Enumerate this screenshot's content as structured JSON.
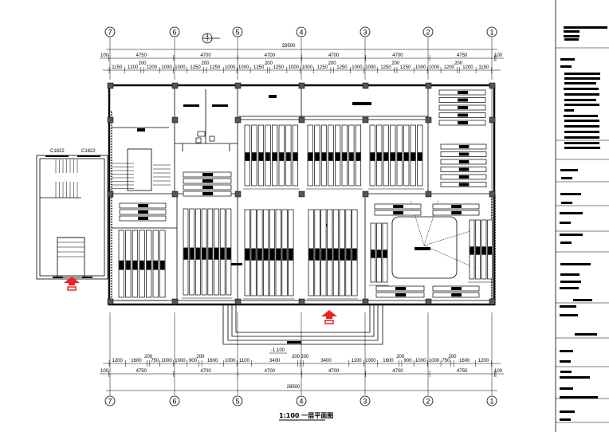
{
  "drawing": {
    "title": "1:100  一层平面图",
    "total_width_top": "28500",
    "total_width_bottom": "28500",
    "axes": [
      "7",
      "6",
      "5",
      "4",
      "3",
      "2",
      "1"
    ],
    "section_mark": {
      "top": "4",
      "bottom": "7"
    },
    "main_dims": [
      "100",
      "4750",
      "4700",
      "4700",
      "4700",
      "4700",
      "4750",
      "100"
    ],
    "top_sub_dims": [
      "1150",
      "1200",
      "200",
      "1200",
      "1000",
      "1000",
      "1250",
      "200",
      "1250",
      "1000",
      "1000",
      "1250",
      "200",
      "1250",
      "1000",
      "1000",
      "1250",
      "200",
      "1250",
      "1000",
      "1000",
      "1250",
      "200",
      "1250",
      "1000",
      "1000",
      "1200",
      "200",
      "1200",
      "1150"
    ],
    "bottom_sub_dims": [
      "1200",
      "1600",
      "200",
      "750",
      "1000",
      "1000",
      "900",
      "200",
      "1600",
      "1000",
      "1100",
      "3400",
      "200",
      "200",
      "3400",
      "1100",
      "1000",
      "1600",
      "200",
      "900",
      "1000",
      "1000",
      "750",
      "200",
      "1600",
      "1200"
    ],
    "window_labels": [
      "C1822",
      "C1822"
    ],
    "elevation_mark": "-1.100",
    "accent_color": "#ee2222"
  }
}
